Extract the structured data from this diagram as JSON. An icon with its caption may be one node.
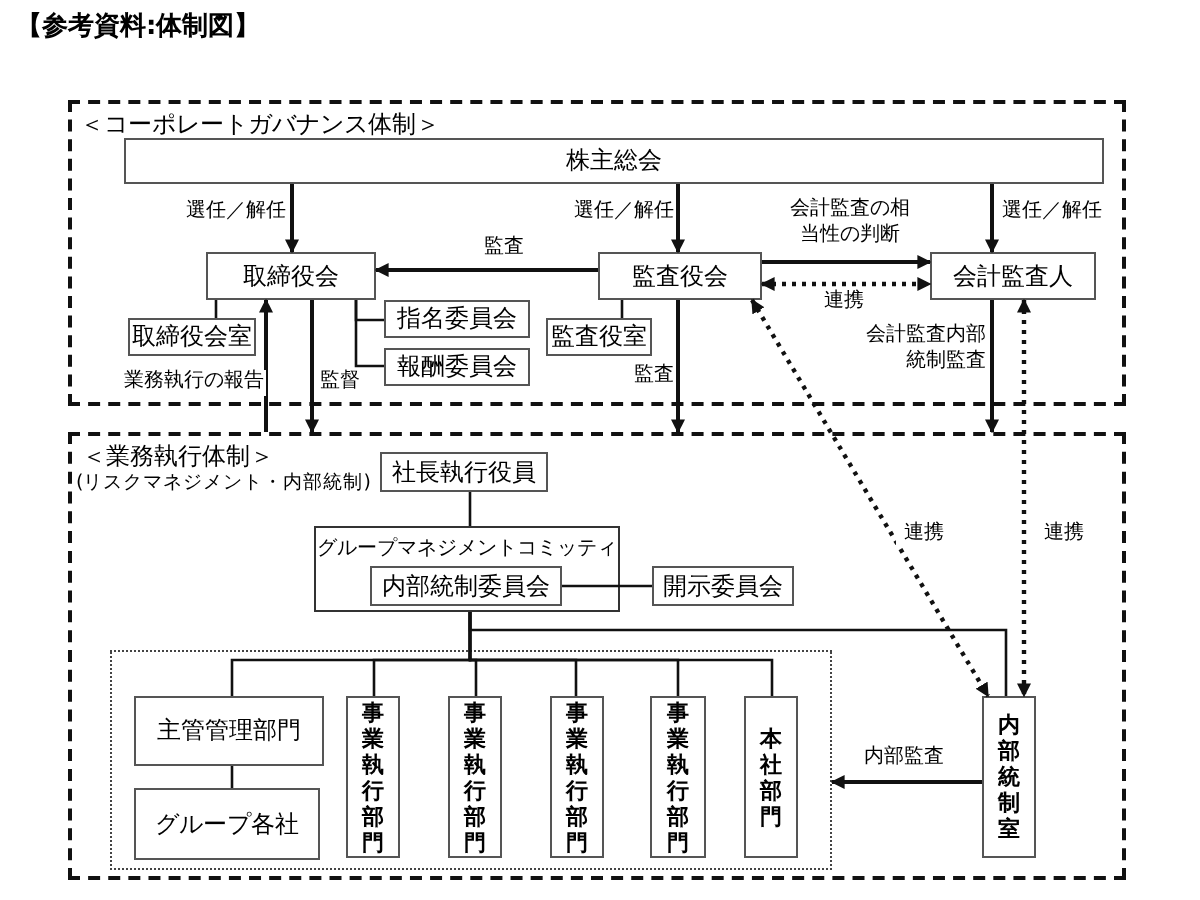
{
  "diagram": {
    "title": "【参考資料:体制図】",
    "nodes": [
      {
        "text": [
          "＜コーポレートガバナンス体制＞"
        ]
      },
      {
        "text": [
          "株主総会"
        ],
        "in": 0
      },
      {
        "text": [
          "取締役会"
        ],
        "in": 0
      },
      {
        "text": [
          "監査役会"
        ],
        "in": 0
      },
      {
        "text": [
          "会計監査人"
        ],
        "in": 0
      },
      {
        "text": [
          "取締役会室"
        ],
        "in": 0
      },
      {
        "text": [
          "指名委員会"
        ],
        "in": 0
      },
      {
        "text": [
          "報酬委員会"
        ],
        "in": 0
      },
      {
        "text": [
          "監査役室"
        ],
        "in": 0
      },
      {
        "text": [
          "＜業務執行体制＞",
          "(リスクマネジメント・内部統制)"
        ]
      },
      {
        "text": [
          "社長執行役員"
        ],
        "in": 9
      },
      {
        "text": [
          "グループマネジメントコミッティ"
        ],
        "in": 9
      },
      {
        "text": [
          "内部統制委員会"
        ],
        "in": 11
      },
      {
        "text": [
          "開示委員会"
        ],
        "in": 9
      },
      {
        "text": [],
        "shape": "box",
        "in": 9
      },
      {
        "text": [
          "主管管理部門"
        ],
        "in": 14
      },
      {
        "text": [
          "グループ各社"
        ],
        "in": 14
      },
      {
        "text": [
          "事業執行部門"
        ],
        "in": 14
      },
      {
        "text": [
          "事業執行部門"
        ],
        "in": 14
      },
      {
        "text": [
          "事業執行部門"
        ],
        "in": 14
      },
      {
        "text": [
          "事業執行部門"
        ],
        "in": 14
      },
      {
        "text": [
          "本社部門"
        ],
        "in": 14
      },
      {
        "text": [
          "内部統制室"
        ],
        "in": 9
      }
    ],
    "edges": [
      {
        "from": 1,
        "to": 2,
        "arrow": "to",
        "label": "選任／解任"
      },
      {
        "from": 1,
        "to": 3,
        "arrow": "to",
        "label": "選任／解任"
      },
      {
        "from": 1,
        "to": 4,
        "arrow": "to",
        "label": "選任／解任"
      },
      {
        "from": 3,
        "to": 2,
        "arrow": "to",
        "label": "監査"
      },
      {
        "from": 3,
        "to": 4,
        "arrow": "to",
        "label": "会計監査の相当性の判断"
      },
      {
        "from": 3,
        "to": 4,
        "arrow": "both",
        "label": "連携",
        "style": "dashed"
      },
      {
        "from": 2,
        "to": 5,
        "arrow": "none"
      },
      {
        "from": 2,
        "to": 6,
        "arrow": "none"
      },
      {
        "from": 2,
        "to": 7,
        "arrow": "none"
      },
      {
        "from": 3,
        "to": 8,
        "arrow": "none"
      },
      {
        "from": 9,
        "to": 2,
        "arrow": "to",
        "label": "業務執行の報告"
      },
      {
        "from": 2,
        "to": 9,
        "arrow": "to",
        "label": "監督"
      },
      {
        "from": 3,
        "to": 9,
        "arrow": "to",
        "label": "監査"
      },
      {
        "from": 4,
        "to": 9,
        "arrow": "to",
        "label": "会計監査内部統制監査"
      },
      {
        "from": 3,
        "to": 22,
        "arrow": "both",
        "label": "連携",
        "style": "dashed"
      },
      {
        "from": 4,
        "to": 22,
        "arrow": "both",
        "label": "連携",
        "style": "dashed"
      },
      {
        "from": 10,
        "to": 11,
        "arrow": "none"
      },
      {
        "from": 12,
        "to": 13,
        "arrow": "none"
      },
      {
        "from": 11,
        "to": 15,
        "arrow": "none"
      },
      {
        "from": 11,
        "to": 17,
        "arrow": "none"
      },
      {
        "from": 11,
        "to": 18,
        "arrow": "none"
      },
      {
        "from": 11,
        "to": 19,
        "arrow": "none"
      },
      {
        "from": 11,
        "to": 20,
        "arrow": "none"
      },
      {
        "from": 11,
        "to": 21,
        "arrow": "none"
      },
      {
        "from": 11,
        "to": 22,
        "arrow": "none"
      },
      {
        "from": 15,
        "to": 16,
        "arrow": "none"
      },
      {
        "from": 22,
        "to": 14,
        "arrow": "to",
        "label": "内部監査"
      }
    ]
  }
}
